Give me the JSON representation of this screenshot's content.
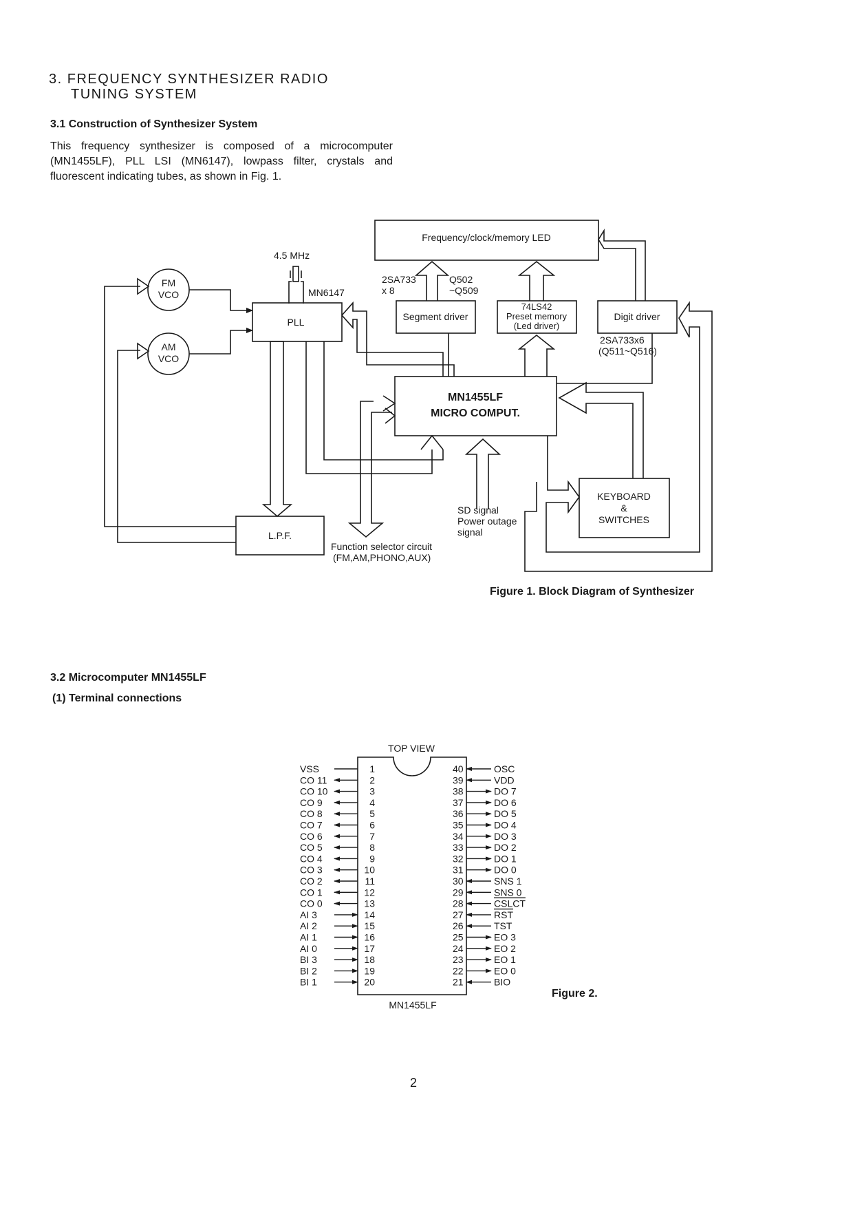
{
  "section": {
    "title_line1": "3. FREQUENCY SYNTHESIZER RADIO",
    "title_line2": "TUNING SYSTEM"
  },
  "subsection_1": {
    "heading": "3.1 Construction of Synthesizer System",
    "paragraph": "This frequency synthesizer is composed of a microcomputer (MN1455LF), PLL LSI (MN6147), lowpass filter, crystals and fluorescent indicating tubes, as shown in Fig. 1."
  },
  "block_diagram": {
    "led": "Frequency/clock/memory LED",
    "crystal_freq": "4.5 MHz",
    "pll_ic": "MN6147",
    "pll": "PLL",
    "fm_vco_1": "FM",
    "fm_vco_2": "VCO",
    "am_vco_1": "AM",
    "am_vco_2": "VCO",
    "seg_transistor": "2SA733",
    "seg_count": "x 8",
    "seg_q_1": "Q502",
    "seg_q_2": "~Q509",
    "segment_driver": "Segment driver",
    "preset_ic": "74LS42",
    "preset_1": "Preset memory",
    "preset_2": "(Led driver)",
    "digit_driver": "Digit driver",
    "digit_transistor": "2SA733x6",
    "digit_q": "(Q511~Q516)",
    "micro_1": "MN1455LF",
    "micro_2": "MICRO COMPUT.",
    "keyboard_1": "KEYBOARD",
    "keyboard_2": "&",
    "keyboard_3": "SWITCHES",
    "sd_signal_1": "SD signal",
    "sd_signal_2": "Power outage",
    "sd_signal_3": "signal",
    "lpf": "L.P.F.",
    "function_1": "Function selector circuit",
    "function_2": "(FM,AM,PHONO,AUX)"
  },
  "figure1_caption": "Figure 1.  Block Diagram of Synthesizer",
  "subsection_2": {
    "heading": "3.2 Microcomputer MN1455LF",
    "sub_heading": "(1)  Terminal connections"
  },
  "pin_diagram": {
    "top_view": "TOP VIEW",
    "chip": "MN1455LF",
    "left_pins": [
      {
        "num": "1",
        "name": "VSS",
        "dir": "none"
      },
      {
        "num": "2",
        "name": "CO 11",
        "dir": "out"
      },
      {
        "num": "3",
        "name": "CO 10",
        "dir": "out"
      },
      {
        "num": "4",
        "name": "CO 9",
        "dir": "out"
      },
      {
        "num": "5",
        "name": "CO 8",
        "dir": "out"
      },
      {
        "num": "6",
        "name": "CO 7",
        "dir": "out"
      },
      {
        "num": "7",
        "name": "CO 6",
        "dir": "out"
      },
      {
        "num": "8",
        "name": "CO 5",
        "dir": "out"
      },
      {
        "num": "9",
        "name": "CO 4",
        "dir": "out"
      },
      {
        "num": "10",
        "name": "CO 3",
        "dir": "out"
      },
      {
        "num": "11",
        "name": "CO 2",
        "dir": "out"
      },
      {
        "num": "12",
        "name": "CO 1",
        "dir": "out"
      },
      {
        "num": "13",
        "name": "CO 0",
        "dir": "out"
      },
      {
        "num": "14",
        "name": "AI  3",
        "dir": "in"
      },
      {
        "num": "15",
        "name": "AI  2",
        "dir": "in"
      },
      {
        "num": "16",
        "name": "AI  1",
        "dir": "in"
      },
      {
        "num": "17",
        "name": "AI  0",
        "dir": "in"
      },
      {
        "num": "18",
        "name": "BI  3",
        "dir": "in"
      },
      {
        "num": "19",
        "name": "BI  2",
        "dir": "in"
      },
      {
        "num": "20",
        "name": "BI  1",
        "dir": "in"
      }
    ],
    "right_pins": [
      {
        "num": "40",
        "name": "OSC",
        "dir": "in"
      },
      {
        "num": "39",
        "name": "VDD",
        "dir": "in"
      },
      {
        "num": "38",
        "name": "DO 7",
        "dir": "out"
      },
      {
        "num": "37",
        "name": "DO 6",
        "dir": "out"
      },
      {
        "num": "36",
        "name": "DO 5",
        "dir": "out"
      },
      {
        "num": "35",
        "name": "DO 4",
        "dir": "out"
      },
      {
        "num": "34",
        "name": "DO 3",
        "dir": "out"
      },
      {
        "num": "33",
        "name": "DO 2",
        "dir": "out"
      },
      {
        "num": "32",
        "name": "DO 1",
        "dir": "out"
      },
      {
        "num": "31",
        "name": "DO 0",
        "dir": "out"
      },
      {
        "num": "30",
        "name": "SNS 1",
        "dir": "in"
      },
      {
        "num": "29",
        "name": "SNS 0",
        "dir": "in"
      },
      {
        "num": "28",
        "name": "CSLCT",
        "dir": "in",
        "overline": true
      },
      {
        "num": "27",
        "name": "RST",
        "dir": "in",
        "overline": true
      },
      {
        "num": "26",
        "name": "TST",
        "dir": "in"
      },
      {
        "num": "25",
        "name": "EO 3",
        "dir": "out"
      },
      {
        "num": "24",
        "name": "EO 2",
        "dir": "out"
      },
      {
        "num": "23",
        "name": "EO 1",
        "dir": "out"
      },
      {
        "num": "22",
        "name": "EO 0",
        "dir": "out"
      },
      {
        "num": "21",
        "name": "BIO",
        "dir": "in"
      }
    ]
  },
  "figure2_caption": "Figure 2.",
  "page_number": "2"
}
